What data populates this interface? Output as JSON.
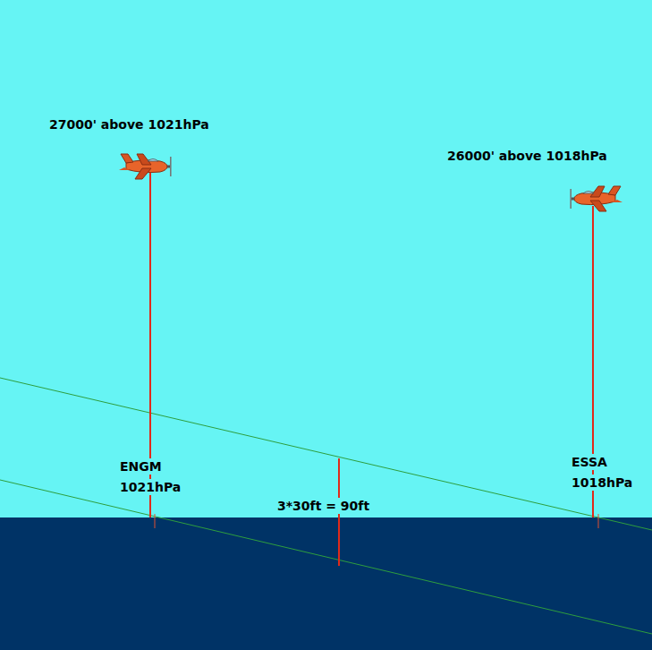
{
  "diagram": {
    "labels": [
      "27000' above 1021hPa",
      "26000' above 1018hPa",
      "ENGM",
      "1021hPa",
      "ESSA",
      "1018hPa",
      "3*30ft = 90ft"
    ]
  }
}
